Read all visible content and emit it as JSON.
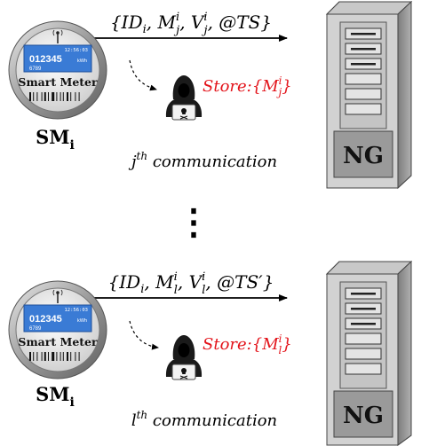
{
  "colors": {
    "store_text": "#e3141b",
    "meter_display": "#3a7bd5",
    "server_body": "#d2d2d2",
    "server_front": "#b5b5b5",
    "ng_panel": "#9a9a9a",
    "hacker": "#1a1a1a"
  },
  "icons": [
    "smart-meter-icon",
    "antenna-icon",
    "barcode-icon",
    "hacker-icon",
    "skull-icon",
    "server-icon"
  ],
  "dots": "⋮",
  "panels": [
    {
      "message": {
        "open": "{",
        "id_base": "ID",
        "id_sub": "i",
        "m_base": "M",
        "m_sub": "j",
        "m_sup": "i",
        "v_base": "V",
        "v_sub": "j",
        "v_sup": "i",
        "ts": "@TS",
        "close": "}"
      },
      "store": {
        "label": "Store:",
        "base": "M",
        "sub": "j",
        "sup": "i"
      },
      "meter": {
        "reading": "012345",
        "unit": "kWh",
        "time": "12:56:03",
        "serial": "6789",
        "label": "Smart Meter"
      },
      "sm_label": {
        "base": "SM",
        "sub": "i"
      },
      "caption": {
        "index": "j",
        "sup": "th",
        "text": "communication"
      },
      "server_label": "NG"
    },
    {
      "message": {
        "open": "{",
        "id_base": "ID",
        "id_sub": "i",
        "m_base": "M",
        "m_sub": "l",
        "m_sup": "i",
        "v_base": "V",
        "v_sub": "l",
        "v_sup": "i",
        "ts": "@TS′",
        "close": "}"
      },
      "store": {
        "label": "Store:",
        "base": "M",
        "sub": "l",
        "sup": "i"
      },
      "meter": {
        "reading": "012345",
        "unit": "kWh",
        "time": "12:56:03",
        "serial": "6789",
        "label": "Smart Meter"
      },
      "sm_label": {
        "base": "SM",
        "sub": "i"
      },
      "caption": {
        "index": "l",
        "sup": "th",
        "text": "communication"
      },
      "server_label": "NG"
    }
  ]
}
